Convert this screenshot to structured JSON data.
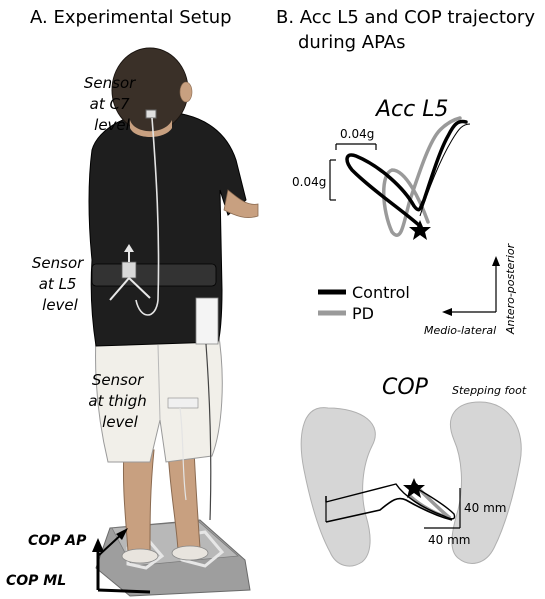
{
  "panel_a": {
    "title": "A. Experimental Setup",
    "sensor_c7": [
      "Sensor",
      "at C7",
      "level"
    ],
    "sensor_l5": [
      "Sensor",
      "at L5",
      "level"
    ],
    "sensor_thigh": [
      "Sensor",
      "at thigh",
      "level"
    ],
    "cop_ap": "COP AP",
    "cop_ml": "COP ML"
  },
  "panel_b": {
    "title_line1": "B. Acc L5 and COP trajectory",
    "title_line2": "during APAs",
    "acc_title": "Acc L5",
    "acc_scale_x": "0.04g",
    "acc_scale_y": "0.04g",
    "legend": [
      {
        "label": "Control",
        "color": "#000000"
      },
      {
        "label": "PD",
        "color": "#9a9a9a"
      }
    ],
    "axis_ap": "Antero-posterior",
    "axis_ml": "Medio-lateral",
    "cop_title": "COP",
    "stepping_foot": "Stepping foot",
    "cop_scale_y": "40 mm",
    "cop_scale_x": "40 mm"
  },
  "colors": {
    "control": "#000000",
    "pd": "#9a9a9a",
    "foot": "#d6d6d6",
    "foot_stroke": "#b0b0b0"
  }
}
